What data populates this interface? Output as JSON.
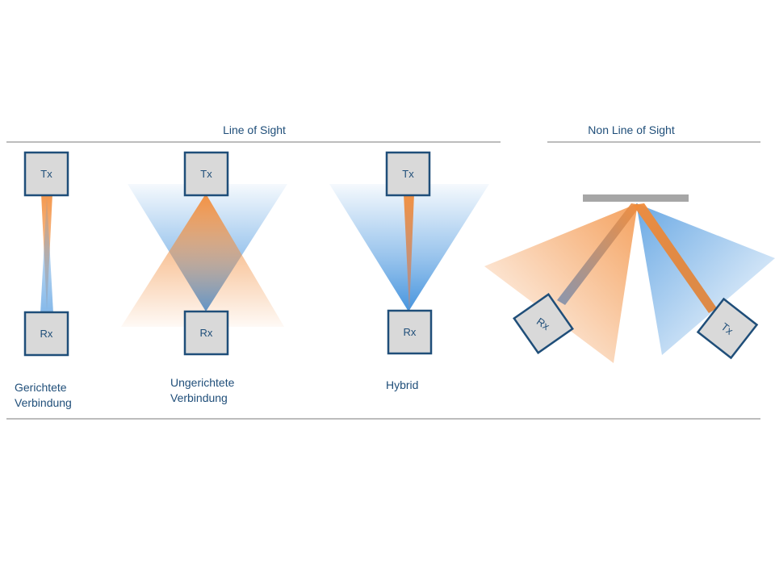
{
  "headers": {
    "los": "Line of Sight",
    "nlos": "Non Line of Sight"
  },
  "labels": {
    "tx": "Tx",
    "rx": "Rx"
  },
  "captions": {
    "directed_line1": "Gerichtete",
    "directed_line2": "Verbindung",
    "undirected_line1": "Ungerichtete",
    "undirected_line2": "Verbindung",
    "hybrid": "Hybrid"
  },
  "colors": {
    "orange": "#f28c3a",
    "blue": "#3d8fdc",
    "box_stroke": "#1f4e79",
    "box_fill": "#d9d9d9",
    "reflector": "#a6a6a6",
    "text": "#1f4e79"
  }
}
